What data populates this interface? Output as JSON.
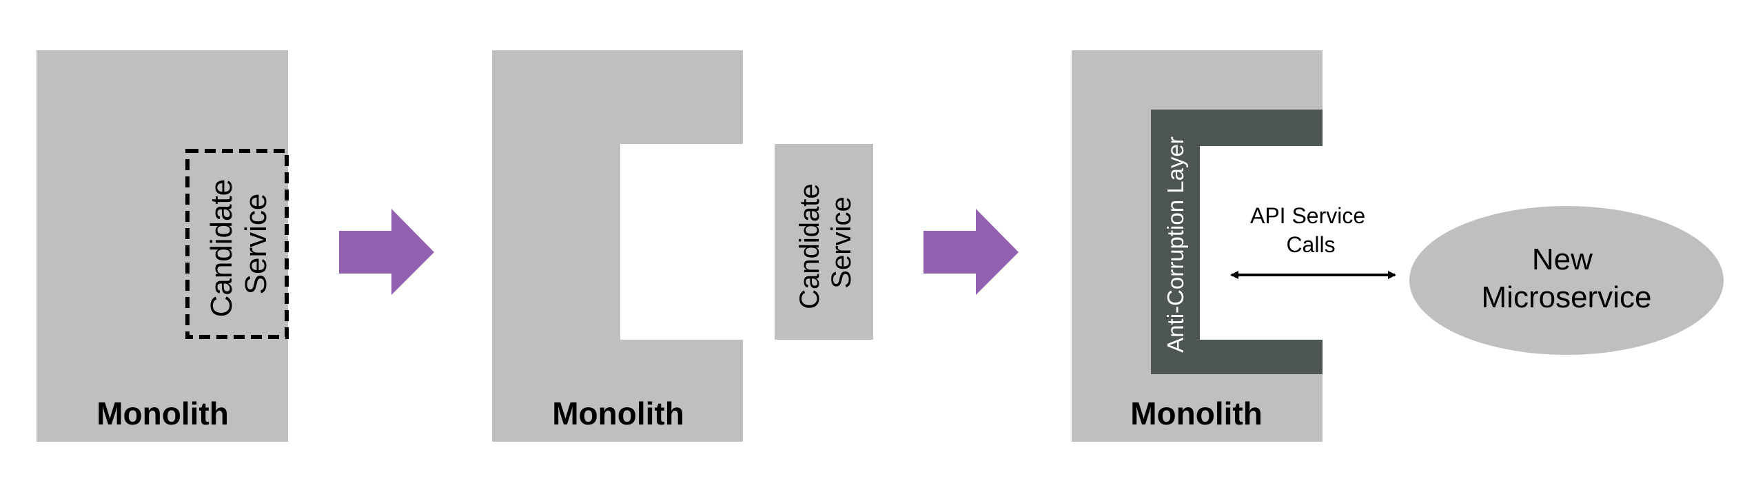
{
  "stages": [
    {
      "monolith_label": "Monolith",
      "candidate_service_line1": "Candidate",
      "candidate_service_line2": "Service"
    },
    {
      "monolith_label": "Monolith",
      "candidate_service_line1": "Candidate",
      "candidate_service_line2": "Service"
    },
    {
      "monolith_label": "Monolith",
      "anti_corruption_label": "Anti-Corruption Layer",
      "api_calls_line1": "API Service",
      "api_calls_line2": "Calls",
      "microservice_line1": "New",
      "microservice_line2": "Microservice"
    }
  ],
  "colors": {
    "monolith_gray": "#bfbfbf",
    "anti_corruption_dark": "#4d5655",
    "arrow_purple": "#9461b0",
    "microservice_gray": "#bfbfbf",
    "text": "#000000",
    "background": "#ffffff"
  },
  "icons": {
    "progress_arrow": "right-block-arrow",
    "api_connector": "double-headed-arrow"
  }
}
